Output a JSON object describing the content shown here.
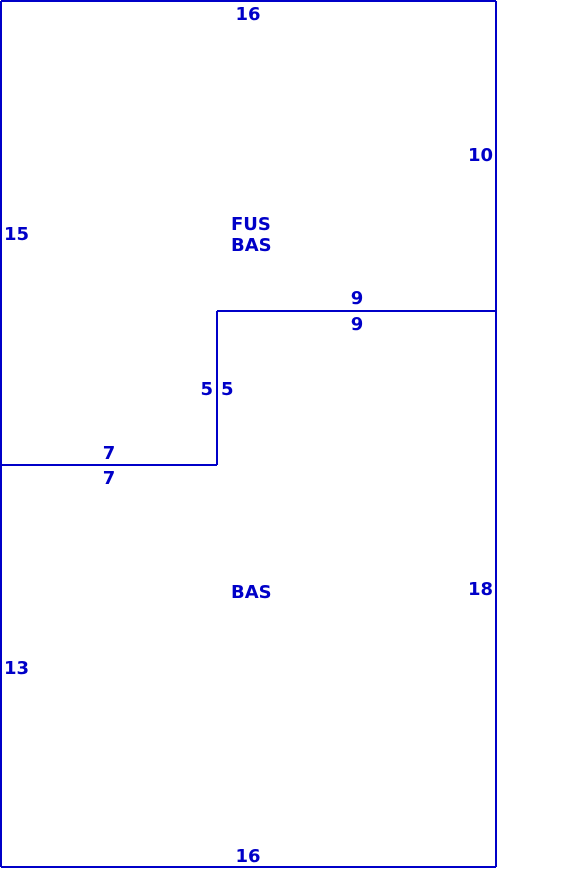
{
  "colors": {
    "line": "#0000c8",
    "text": "#0000c8",
    "background": "#ffffff"
  },
  "dimensions": {
    "top": "16",
    "bottom": "16",
    "left_upper": "15",
    "left_lower": "13",
    "right_upper": "10",
    "right_lower": "18",
    "step_top_above": "9",
    "step_top_below": "9",
    "step_vertical_left": "5",
    "step_vertical_right": "5",
    "step_bottom_above": "7",
    "step_bottom_below": "7"
  },
  "areas": {
    "upper_line1": "FUS",
    "upper_line2": "BAS",
    "lower": "BAS"
  }
}
